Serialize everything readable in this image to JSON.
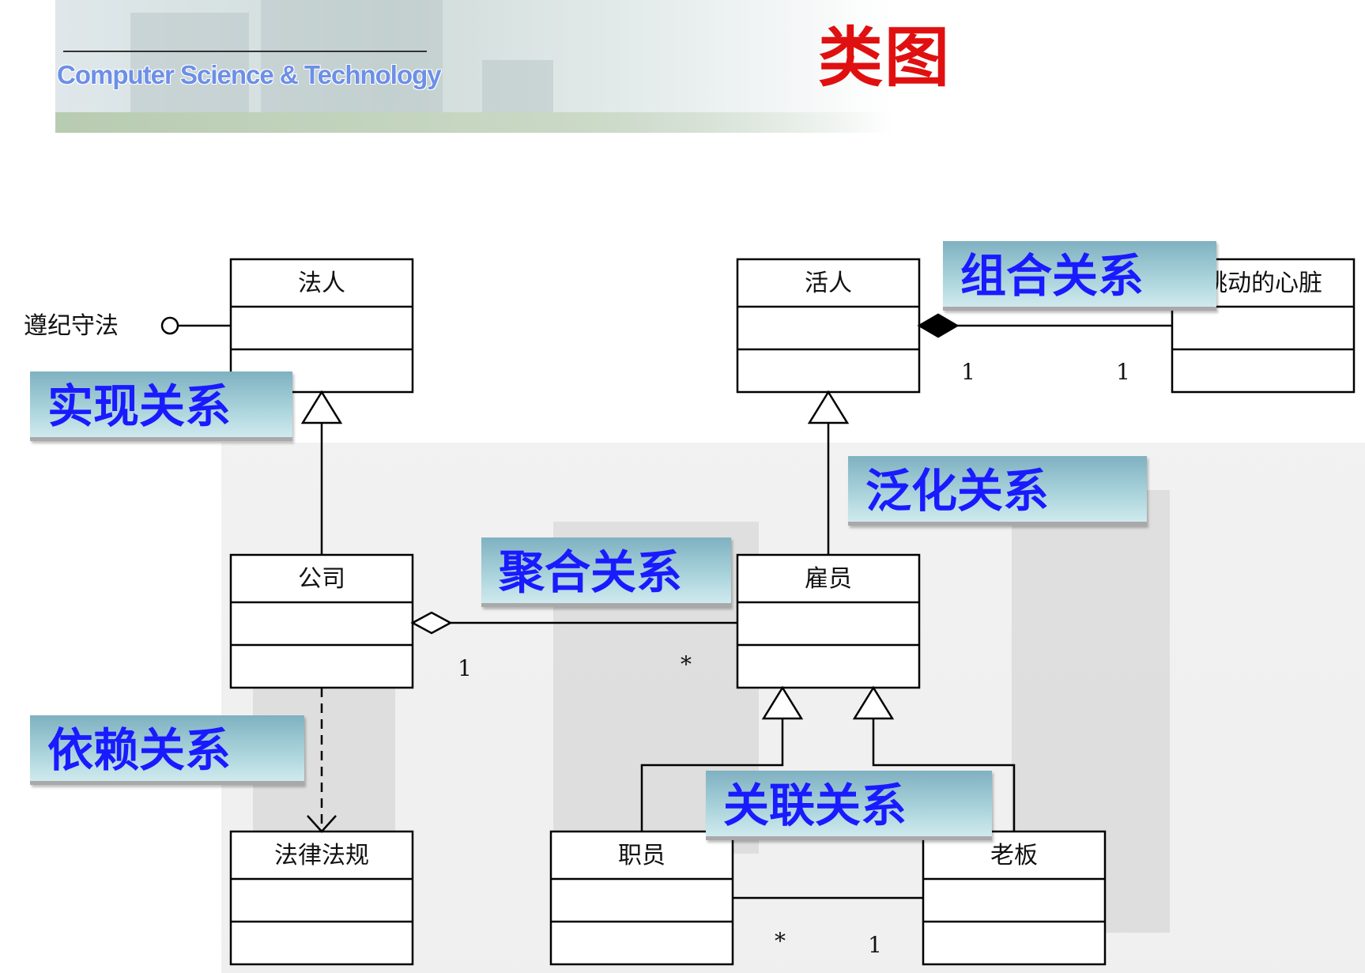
{
  "header": {
    "banner_text": "Computer Science & Technology",
    "title": "类图"
  },
  "diagram": {
    "classes": {
      "legal_person": "法人",
      "living_person": "活人",
      "heart": "跳动的心脏",
      "company": "公司",
      "employee": "雇员",
      "laws": "法律法规",
      "staff": "职员",
      "boss": "老板"
    },
    "interface_label": "遵纪守法",
    "multiplicities": {
      "composition_left": "1",
      "composition_right": "1",
      "aggregation_company": "1",
      "aggregation_employee": "*",
      "association_staff": "*",
      "association_boss": "1"
    }
  },
  "relation_tags": {
    "realization": "实现关系",
    "composition": "组合关系",
    "generalization": "泛化关系",
    "aggregation": "聚合关系",
    "dependency": "依赖关系",
    "association": "关联关系"
  }
}
